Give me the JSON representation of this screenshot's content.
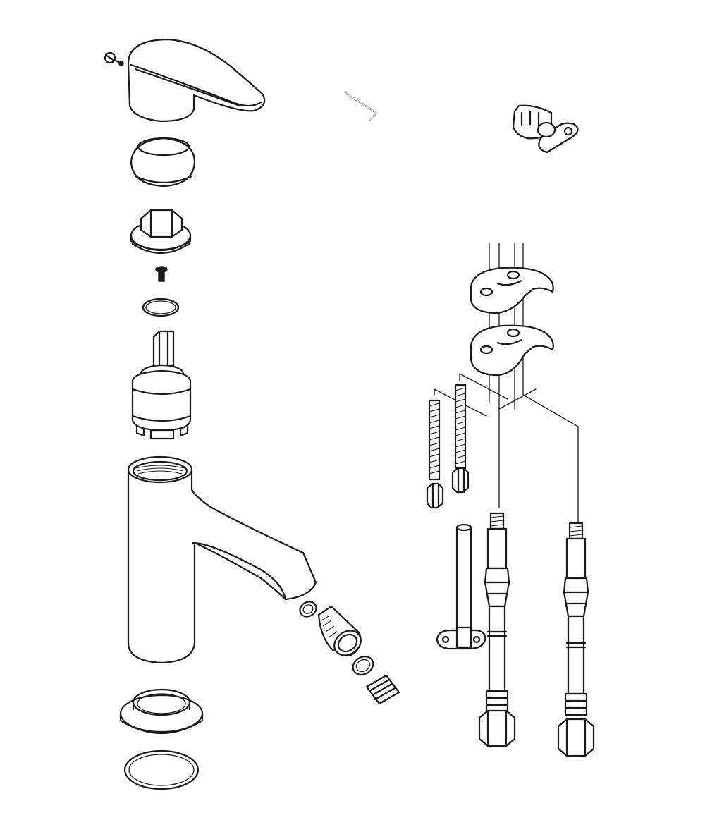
{
  "diagram": {
    "type": "exploded-parts-view",
    "parts": [
      {
        "id": "handle-screw",
        "icon": "screw-icon"
      },
      {
        "id": "lever-handle",
        "icon": "lever-handle-icon"
      },
      {
        "id": "cover-cap",
        "icon": "cap-icon"
      },
      {
        "id": "cartridge-nut",
        "icon": "hex-nut-icon"
      },
      {
        "id": "set-screw",
        "icon": "screw-icon"
      },
      {
        "id": "o-ring-small",
        "icon": "o-ring-icon"
      },
      {
        "id": "cartridge",
        "icon": "cartridge-icon"
      },
      {
        "id": "faucet-body",
        "icon": "faucet-body-icon"
      },
      {
        "id": "aerator-ring",
        "icon": "o-ring-icon"
      },
      {
        "id": "aerator-housing",
        "icon": "aerator-icon"
      },
      {
        "id": "aerator-washer",
        "icon": "o-ring-icon"
      },
      {
        "id": "aerator-insert",
        "icon": "aerator-insert-icon"
      },
      {
        "id": "base-ring",
        "icon": "base-ring-icon"
      },
      {
        "id": "base-gasket",
        "icon": "gasket-icon"
      },
      {
        "id": "allen-key",
        "icon": "allen-key-icon"
      },
      {
        "id": "cartridge-tool",
        "icon": "tool-icon"
      },
      {
        "id": "mounting-plate-upper",
        "icon": "mounting-plate-icon"
      },
      {
        "id": "mounting-plate-lower",
        "icon": "mounting-plate-icon"
      },
      {
        "id": "threaded-rod-left",
        "icon": "threaded-rod-icon"
      },
      {
        "id": "threaded-rod-right",
        "icon": "threaded-rod-icon"
      },
      {
        "id": "pop-up-rod",
        "icon": "rod-icon"
      },
      {
        "id": "supply-hose-left",
        "icon": "hose-icon"
      },
      {
        "id": "supply-hose-right",
        "icon": "hose-icon"
      }
    ]
  },
  "colors": {
    "line": "#1a1a1a",
    "background": "#ffffff"
  }
}
